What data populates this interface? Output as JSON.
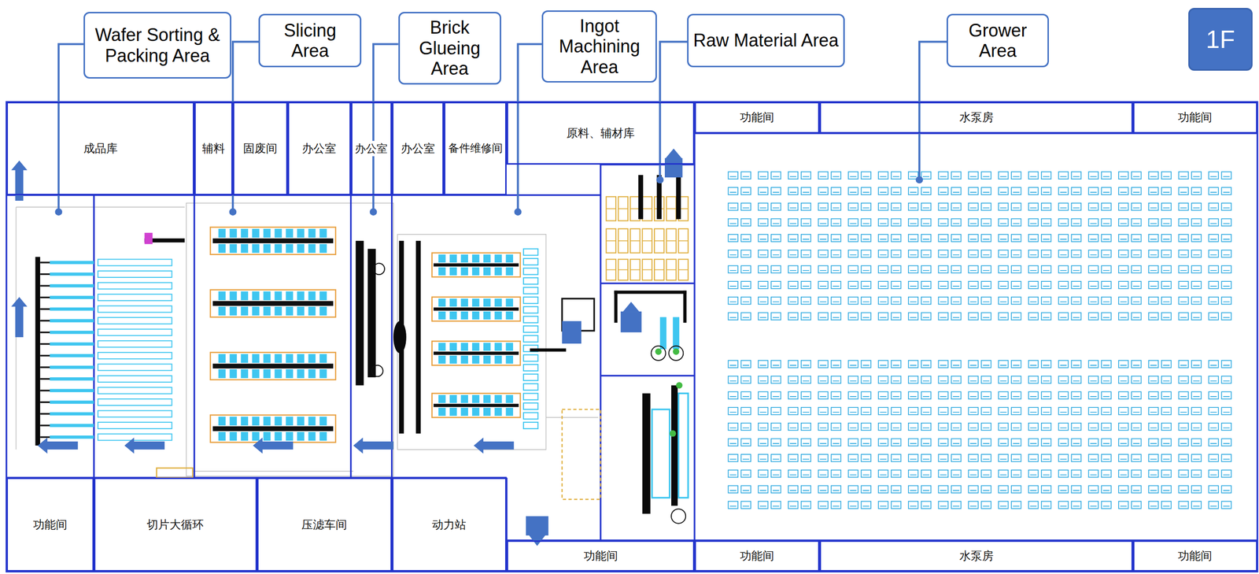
{
  "diagram": {
    "nodes": [
      {
        "text": [
          "Wafer Sorting & Packing Area"
        ]
      },
      {
        "text": [
          "Slicing Area"
        ]
      },
      {
        "text": [
          "Brick Glueing Area"
        ]
      },
      {
        "text": [
          "Ingot Machining Area"
        ]
      },
      {
        "text": [
          "Raw Material Area"
        ]
      },
      {
        "text": [
          "Grower Area"
        ]
      },
      {
        "text": [
          "1F"
        ]
      },
      {
        "text": [
          "成品库"
        ]
      },
      {
        "text": [
          "辅料"
        ]
      },
      {
        "text": [
          "固废间"
        ]
      },
      {
        "text": [
          "办公室"
        ]
      },
      {
        "text": [
          "办公室"
        ]
      },
      {
        "text": [
          "办公室"
        ]
      },
      {
        "text": [
          "备件维修间"
        ]
      },
      {
        "text": [
          "原料、辅材库"
        ]
      },
      {
        "text": [
          "功能间"
        ]
      },
      {
        "text": [
          "水泵房"
        ]
      },
      {
        "text": [
          "功能间"
        ]
      },
      {
        "text": [
          "功能间"
        ]
      },
      {
        "text": [
          "切片大循环"
        ]
      },
      {
        "text": [
          "压滤车间"
        ]
      },
      {
        "text": [
          "动力站"
        ]
      },
      {
        "text": [
          "功能间"
        ]
      },
      {
        "text": [
          "功能间"
        ]
      },
      {
        "text": [
          "水泵房"
        ]
      },
      {
        "text": [
          "功能间"
        ]
      }
    ]
  }
}
